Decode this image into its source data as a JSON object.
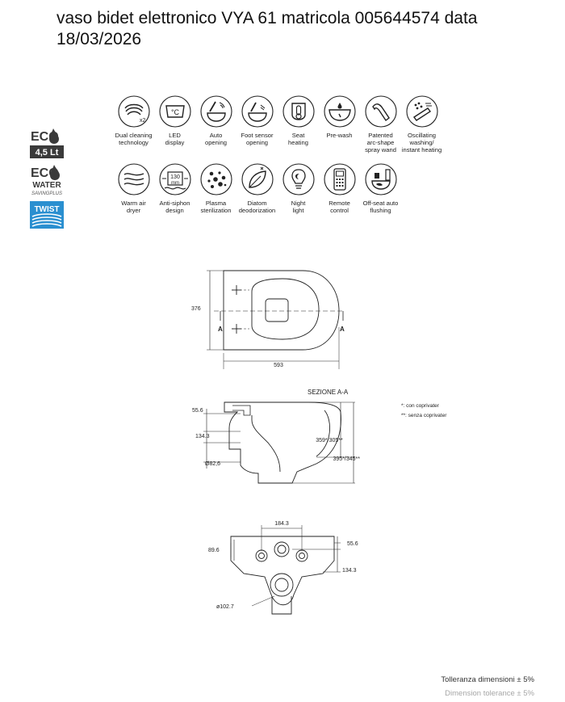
{
  "title": "vaso bidet elettronico VYA 61 matricola 005644574 data 18/03/2026",
  "badges": {
    "eco_volume": "4,5 Lt",
    "eco_text": "ECO",
    "water_word": "WATER",
    "saving_word": "SAVINGPLUS",
    "twist": "TWIST"
  },
  "features": [
    {
      "icon": "dual-cleaning-icon",
      "label": "Dual cleaning\ntechnology"
    },
    {
      "icon": "led-display-icon",
      "label": "LED\ndisplay"
    },
    {
      "icon": "auto-opening-icon",
      "label": "Auto\nopening"
    },
    {
      "icon": "foot-sensor-icon",
      "label": "Foot sensor\nopening"
    },
    {
      "icon": "seat-heating-icon",
      "label": "Seat\nheating"
    },
    {
      "icon": "pre-wash-icon",
      "label": "Pre-wash"
    },
    {
      "icon": "spray-wand-icon",
      "label": "Patented\narc-shape\nspray wand"
    },
    {
      "icon": "oscillating-washing-icon",
      "label": "Oscillating\nwashing/\ninstant heating"
    },
    {
      "icon": "warm-air-dryer-icon",
      "label": "Warm air\ndryer"
    },
    {
      "icon": "anti-siphon-icon",
      "label": "Anti-siphon\ndesign"
    },
    {
      "icon": "plasma-sterilization-icon",
      "label": "Plasma\nsterilization"
    },
    {
      "icon": "diatom-deodorization-icon",
      "label": "Diatom\ndeodorization"
    },
    {
      "icon": "night-light-icon",
      "label": "Night\nlight"
    },
    {
      "icon": "remote-control-icon",
      "label": "Remote\ncontrol"
    },
    {
      "icon": "off-seat-flushing-icon",
      "label": "Off-seat auto\nflushing"
    }
  ],
  "icon_texts": {
    "led": "°C",
    "anti_siphon": "130\nmm",
    "x2": "x2"
  },
  "top_view": {
    "depth": "376",
    "width": "593",
    "section_mark": "A"
  },
  "section": {
    "title": "SEZIONE A-A",
    "d1": "55.6",
    "d2": "134.3",
    "d3": "Ø82,6",
    "h1": "359*/305**",
    "h2": "395*/345**",
    "note1": "*: con coprivater",
    "note2": "**: senza coprivater"
  },
  "rear_view": {
    "w": "184.3",
    "l1": "89.6",
    "r1": "55.6",
    "r2": "134.3",
    "outlet": "ø102.7"
  },
  "tolerance_it": "Tolleranza dimensioni ± 5%",
  "tolerance_en": "Dimension tolerance ± 5%"
}
